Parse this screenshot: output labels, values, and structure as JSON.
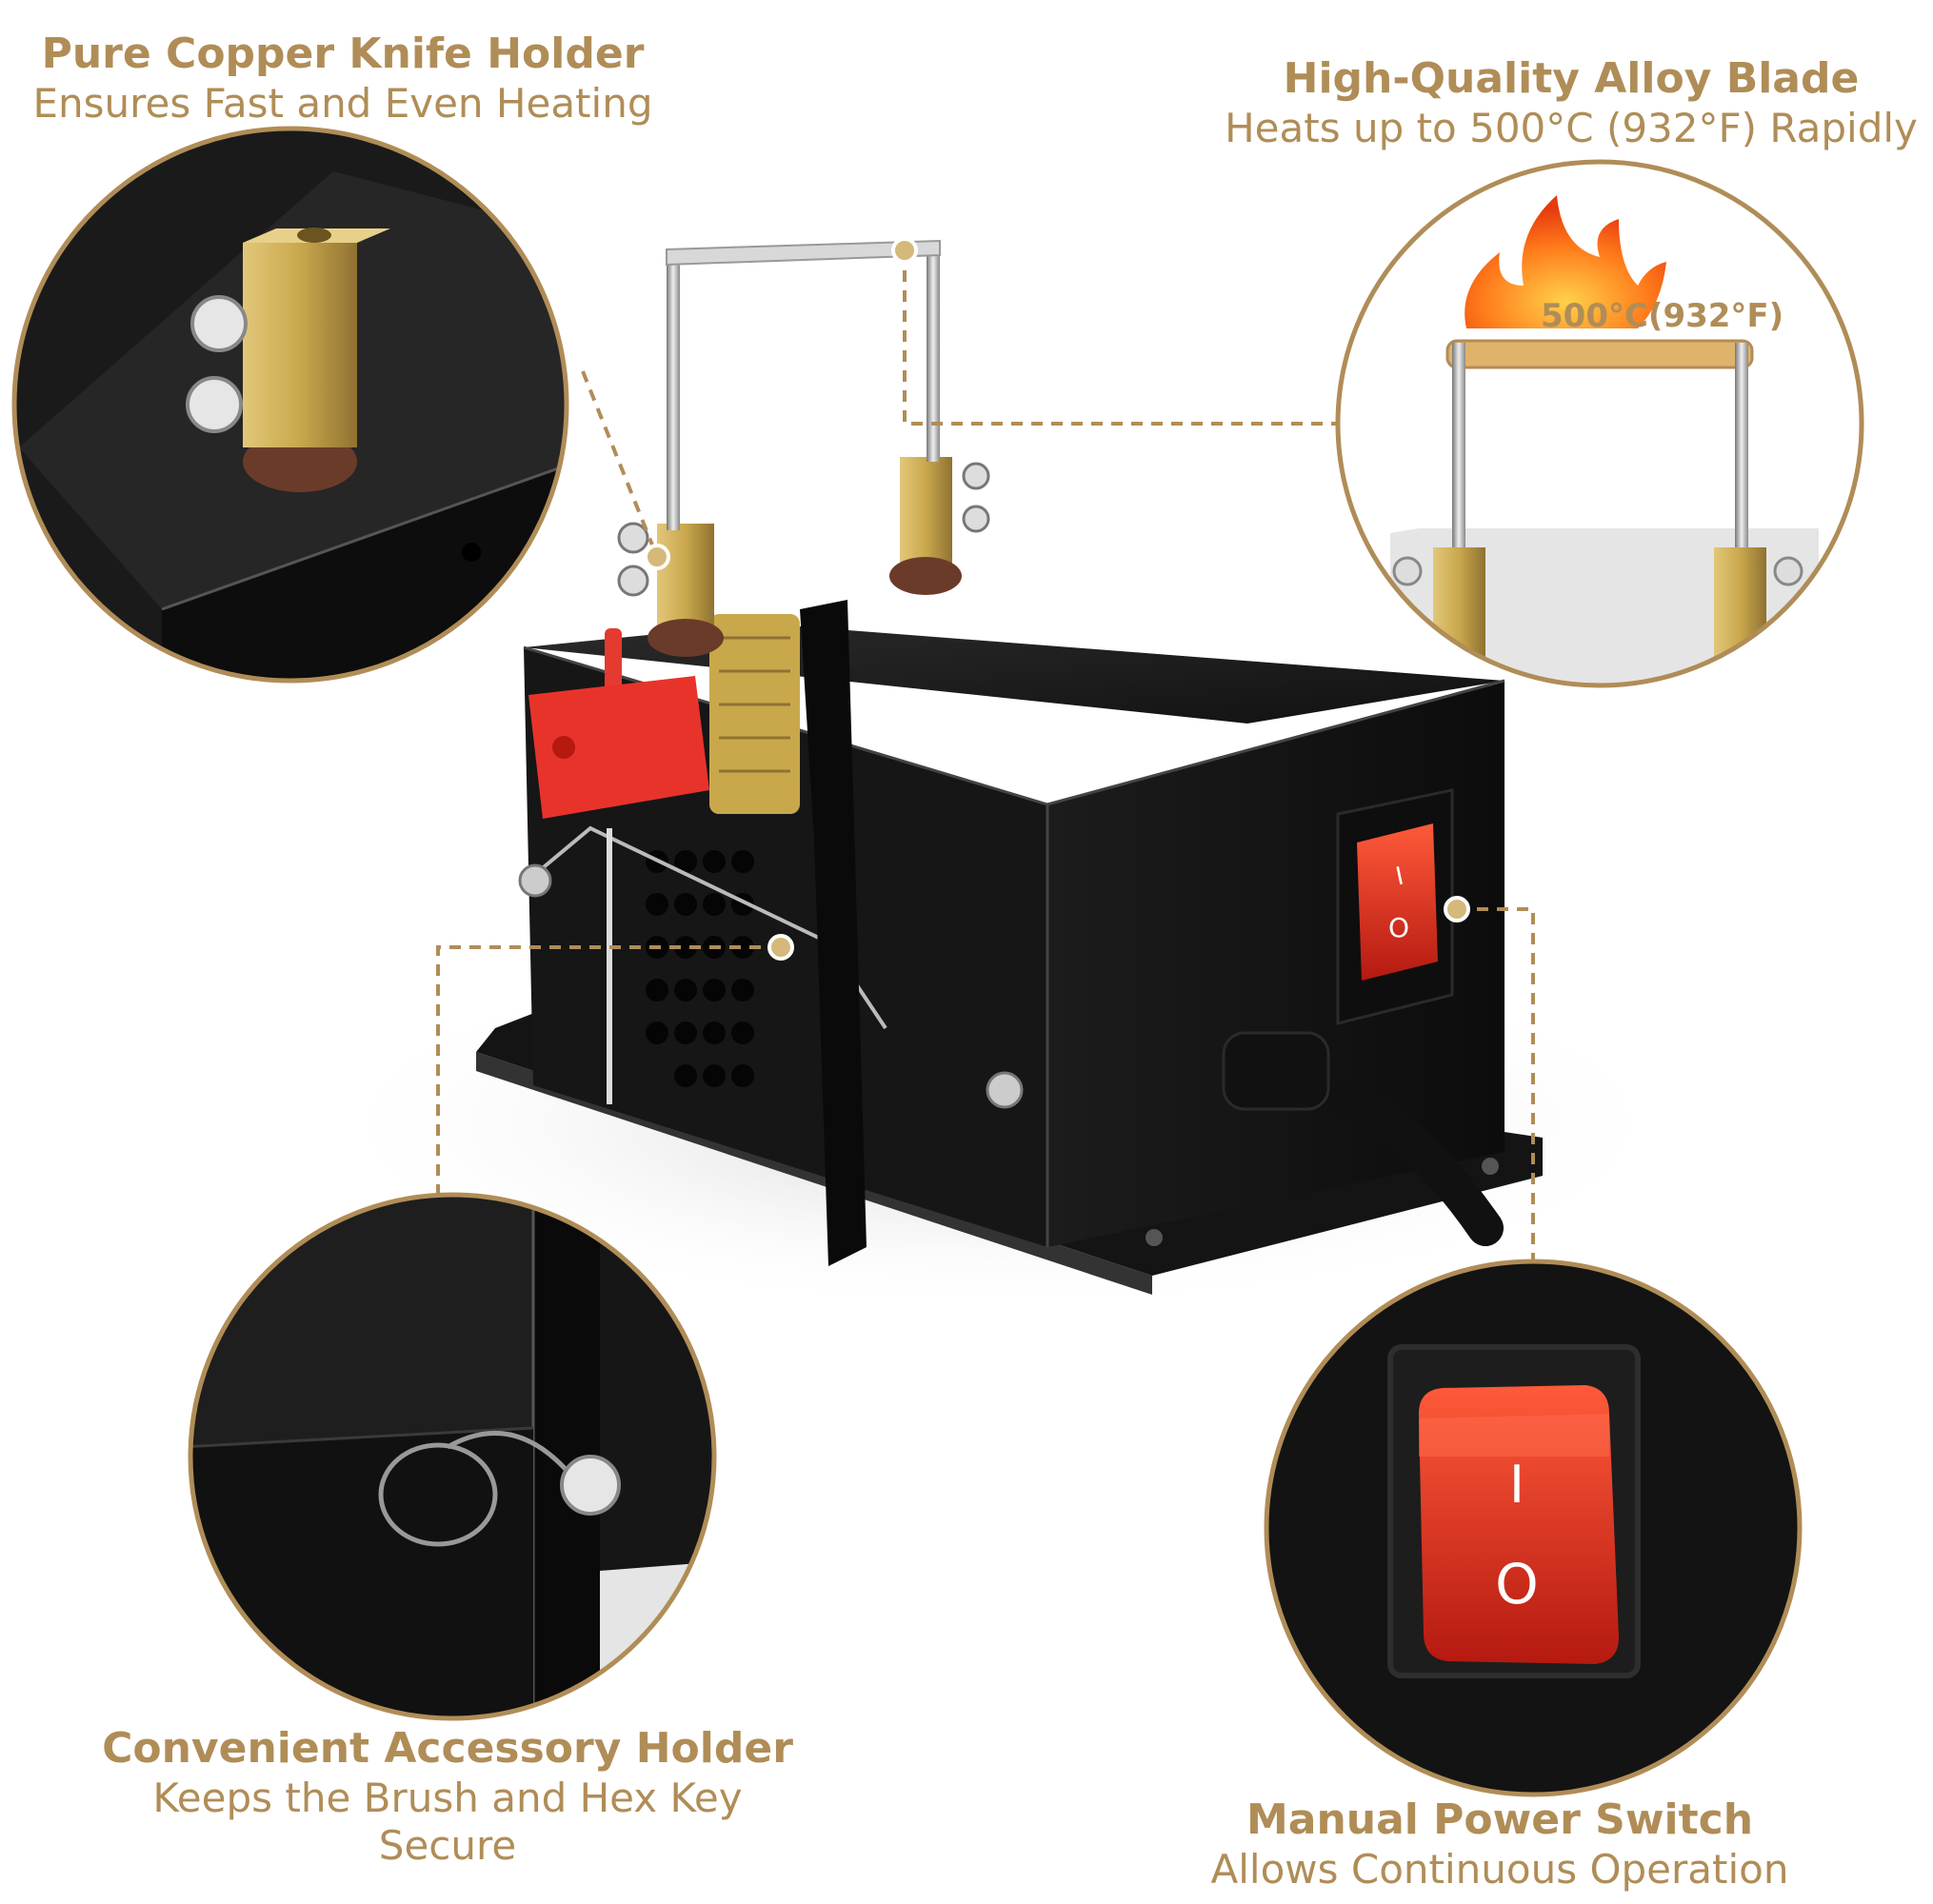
{
  "colors": {
    "accent": "#b08d57",
    "box": "#1a1a1a",
    "switch": "#d9261c",
    "brass": "#c9a84c"
  },
  "callouts": {
    "knife_holder": {
      "title": "Pure Copper Knife Holder",
      "subtitle": "Ensures Fast and Even Heating"
    },
    "alloy_blade": {
      "title": "High-Quality Alloy Blade",
      "subtitle": "Heats up to 500°C (932°F) Rapidly"
    },
    "accessory_holder": {
      "title": "Convenient Accessory Holder",
      "subtitle": "Keeps the Brush and Hex Key Secure"
    },
    "power_switch": {
      "title": "Manual Power Switch",
      "subtitle": "Allows Continuous Operation"
    }
  },
  "blade_temp_label": "500°C(932°F)",
  "switch_marks": {
    "on": "I",
    "off": "O"
  }
}
